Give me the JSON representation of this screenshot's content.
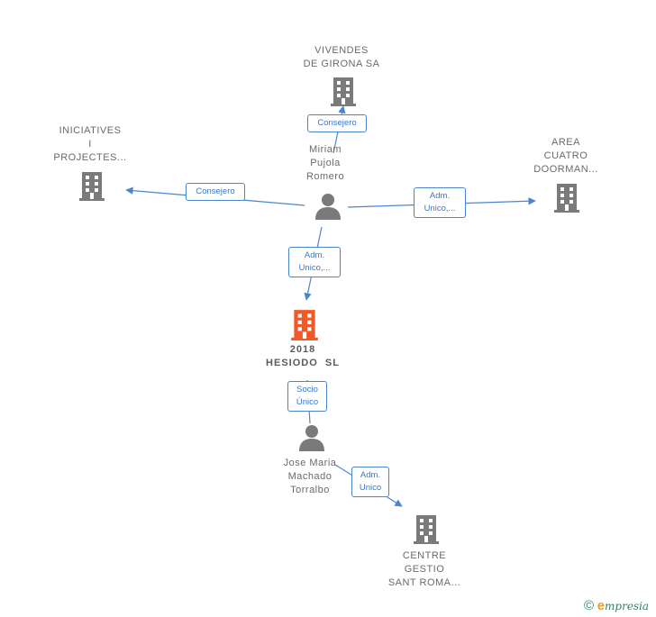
{
  "nodes": {
    "vivendes": {
      "lines": [
        "VIVENDES",
        "DE GIRONA SA"
      ],
      "type": "company"
    },
    "iniciatives": {
      "lines": [
        "INICIATIVES",
        "I",
        "PROJECTES..."
      ],
      "type": "company"
    },
    "area": {
      "lines": [
        "AREA",
        "CUATRO",
        "DOORMAN..."
      ],
      "type": "company"
    },
    "miriam": {
      "lines": [
        "Miriam",
        "Pujola",
        "Romero"
      ],
      "type": "person"
    },
    "hesiodo": {
      "lines": [
        "2018",
        "HESIODO  SL"
      ],
      "type": "company-focus"
    },
    "jose": {
      "lines": [
        "Jose Maria",
        "Machado",
        "Torralbo"
      ],
      "type": "person"
    },
    "centre": {
      "lines": [
        "CENTRE",
        "GESTIO",
        "SANT ROMA..."
      ],
      "type": "company"
    }
  },
  "edges": {
    "miriam_vivendes": {
      "lines": [
        "Consejero"
      ]
    },
    "miriam_iniciatives": {
      "lines": [
        "Consejero"
      ]
    },
    "miriam_area": {
      "lines": [
        "Adm.",
        "Unico,..."
      ]
    },
    "miriam_hesiodo": {
      "lines": [
        "Adm.",
        "Unico,..."
      ]
    },
    "jose_hesiodo": {
      "lines": [
        "Socio",
        "Único"
      ]
    },
    "jose_centre": {
      "lines": [
        "Adm.",
        "Unico"
      ]
    }
  },
  "footer": {
    "copyright": "©",
    "brand_initial": "e",
    "brand_rest": "mpresia"
  },
  "colors": {
    "company": "#7a7a7a",
    "focus": "#f05a28",
    "person": "#7a7a7a",
    "edge": "#4a86d0"
  }
}
